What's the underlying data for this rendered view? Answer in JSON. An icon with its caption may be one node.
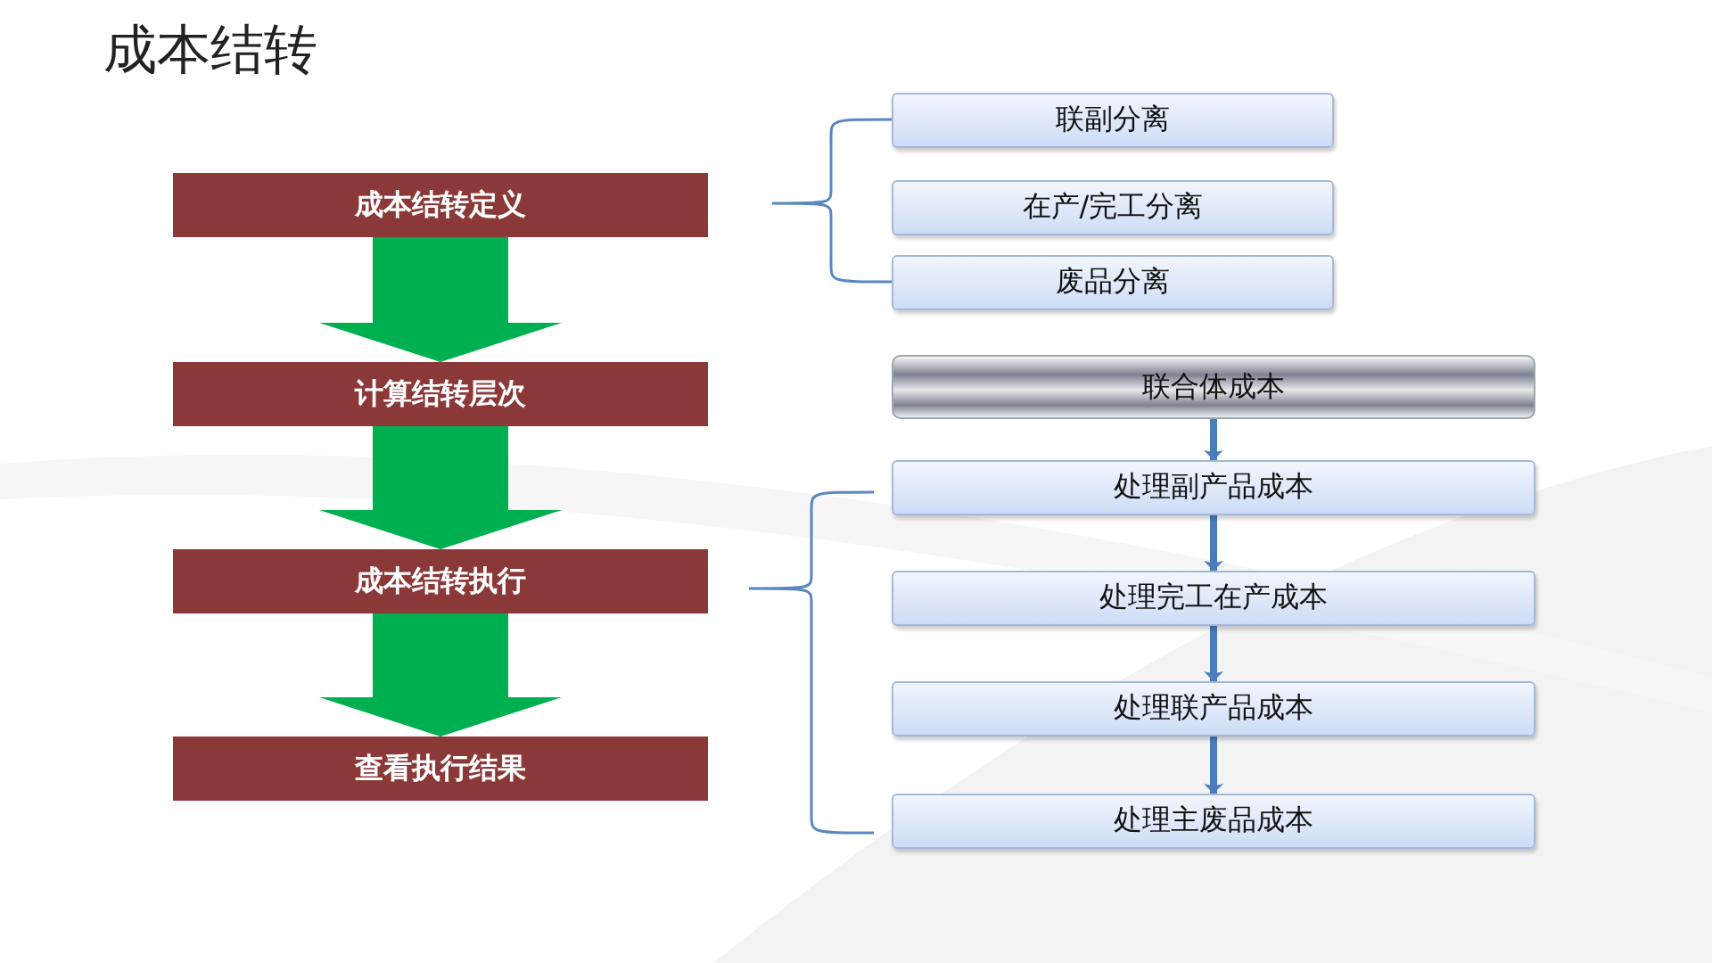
{
  "diagram": {
    "title": "成本结转",
    "nodes": [
      {
        "text": [
          "成本结转定义"
        ]
      },
      {
        "text": [
          "计算结转层次"
        ]
      },
      {
        "text": [
          "成本结转执行"
        ]
      },
      {
        "text": [
          "查看执行结果"
        ]
      },
      {
        "text": [
          "联副分离"
        ]
      },
      {
        "text": [
          "在产/完工分离"
        ]
      },
      {
        "text": [
          "废品分离"
        ]
      },
      {
        "text": [
          "联合体成本"
        ]
      },
      {
        "text": [
          "处理副产品成本"
        ]
      },
      {
        "text": [
          "处理完工在产成本"
        ]
      },
      {
        "text": [
          "处理联产品成本"
        ]
      },
      {
        "text": [
          "处理主废品成本"
        ]
      }
    ],
    "edges": [
      {
        "from": 0,
        "to": 1,
        "arrow": "to",
        "style": "thick",
        "color": "#00b050"
      },
      {
        "from": 1,
        "to": 2,
        "arrow": "to",
        "style": "thick",
        "color": "#00b050"
      },
      {
        "from": 2,
        "to": 3,
        "arrow": "to",
        "style": "thick",
        "color": "#00b050"
      },
      {
        "from": 7,
        "to": 8,
        "arrow": "to"
      },
      {
        "from": 8,
        "to": 9,
        "arrow": "to"
      },
      {
        "from": 9,
        "to": 10,
        "arrow": "to"
      },
      {
        "from": 10,
        "to": 11,
        "arrow": "to"
      }
    ]
  }
}
